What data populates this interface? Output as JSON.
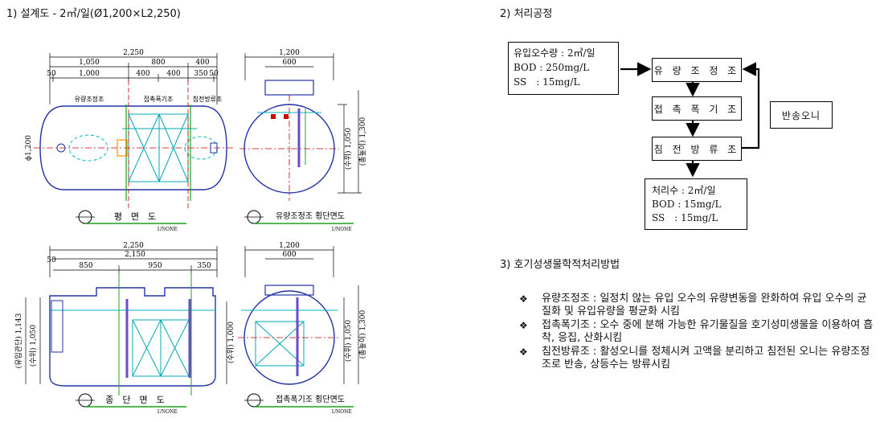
{
  "left": {
    "heading": "1) 설계도 - 2㎥/일(Ø1,200×L2,250)",
    "plan": {
      "dims_row1": [
        "2,250"
      ],
      "dims_row2": [
        "1,050",
        "800",
        "400"
      ],
      "dims_row3": [
        "50",
        "1,000",
        "400",
        "400",
        "350",
        "50"
      ],
      "zones": [
        "유량조정조",
        "접촉폭기조",
        "침전방류조"
      ],
      "side_dim": "ϕ1,200",
      "caption": "평　면　도",
      "scale": "1/NONE"
    },
    "section_a": {
      "dims": [
        "1,200",
        "600"
      ],
      "side_dims": [
        "(수위) 1,050",
        "(총높이) 1,300"
      ],
      "caption": "유량조정조 횡단면도",
      "scale": "1/NONE"
    },
    "elevation": {
      "dims_row1": [
        "2,250"
      ],
      "dims_row2": [
        "2,150"
      ],
      "dims_row3": [
        "50",
        "850",
        "950",
        "350"
      ],
      "side_dims": [
        "(유입관단) 1,143",
        "(수위) 1,050"
      ],
      "right_dim": "(수위) 1,000",
      "caption": "종　단　면　도",
      "scale": "1/NONE"
    },
    "section_b": {
      "dims": [
        "1,200",
        "600"
      ],
      "side_dims": [
        "(수위) 1,050",
        "(총높이) 1,300"
      ],
      "caption": "접촉폭기조 횡단면도",
      "scale": "1/NONE"
    }
  },
  "right": {
    "process_heading": "2) 처리공정",
    "inflow": [
      "유입오수량 : 2㎥/일",
      "BOD : 250mg/L",
      "SS　: 15mg/L"
    ],
    "steps": [
      "유 량 조 정 조",
      "접 촉 폭 기 조",
      "침 전 방 류 조"
    ],
    "return_label": "반송오니",
    "outflow": [
      "처리수 : 2㎥/일",
      "BOD : 15mg/L",
      "SS　: 15mg/L"
    ],
    "method_heading": "3) 호기성생물학적처리방법",
    "bullet_mark": "❖",
    "bullets": [
      "유량조정조 : 일정치 않는 유입 오수의 유량변동을 완화하여 유입 오수의 균질화 및 유입유량을 평균화 시킴",
      "접촉폭기조 : 오수 중에 분해 가능한 유기물질을 호기성미생물을 이용하여 흡착, 응집, 산화시킴",
      "침전방류조 : 활성오니를 정체시켜 고액을 분리하고 침전된 오니는 유량조정조로 반송, 상등수는 방류시킴"
    ]
  }
}
